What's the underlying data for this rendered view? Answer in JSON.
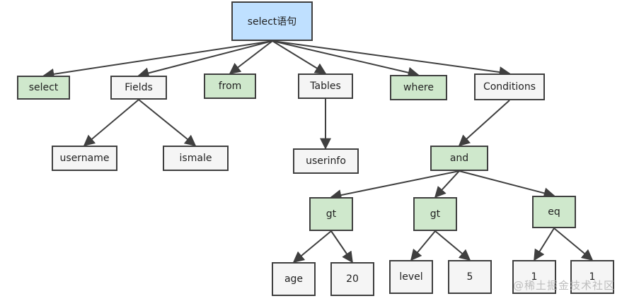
{
  "root": "select语句",
  "level1": {
    "select": "select",
    "fields": "Fields",
    "from": "from",
    "tables": "Tables",
    "where": "where",
    "conditions": "Conditions"
  },
  "fields_children": {
    "username": "username",
    "ismale": "ismale"
  },
  "tables_children": {
    "userinfo": "userinfo"
  },
  "conditions_children": {
    "and": "and"
  },
  "and_children": {
    "gt1": "gt",
    "gt2": "gt",
    "eq": "eq"
  },
  "leaves": {
    "age": "age",
    "v20": "20",
    "level": "level",
    "v5": "5",
    "one_a": "1",
    "one_b": "1"
  },
  "watermark": "@稀土掘金技术社区"
}
